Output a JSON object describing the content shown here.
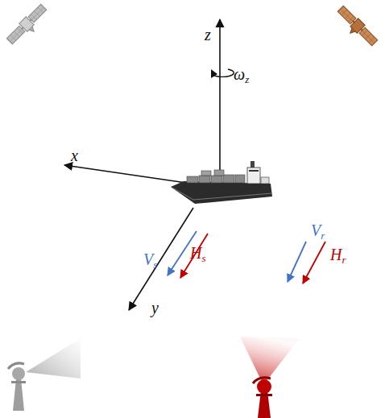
{
  "diagram": {
    "labels": [
      "z",
      "ωz",
      "x",
      "y",
      "Vs",
      "Hs",
      "Vr",
      "Hr"
    ]
  }
}
